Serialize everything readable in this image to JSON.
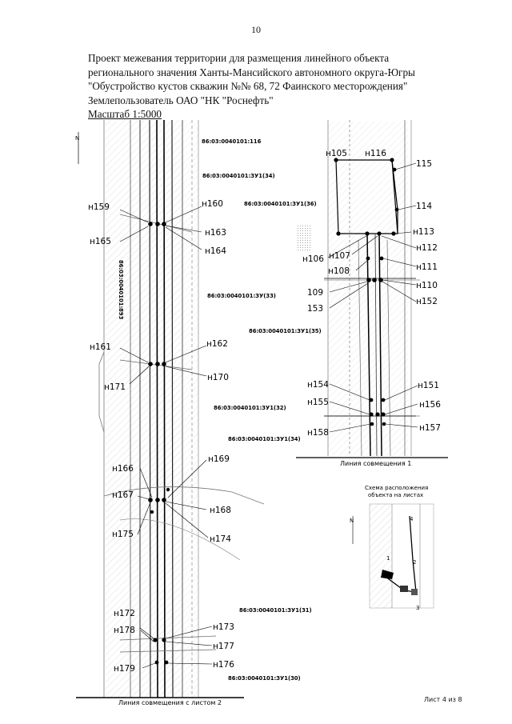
{
  "page_number": "10",
  "header": {
    "line1": "Проект межевания территории для размещения линейного объекта",
    "line2": "регионального значения Ханты-Мансийского автономного округа-Югры",
    "line3": "\"Обустройство кустов скважин №№ 68, 72 Фаинского месторождения\"",
    "line4": "Землепользователь ОАО \"НК \"Роснефть\"",
    "scale": "Масштаб 1:5000"
  },
  "north_symbol": "N",
  "left_map": {
    "points": {
      "n159": "н159",
      "n160": "н160",
      "n163": "н163",
      "n164": "н164",
      "n165": "н165",
      "n161": "н161",
      "n162": "н162",
      "n170": "н170",
      "n171": "н171",
      "n166": "н166",
      "n169": "н169",
      "n167": "н167",
      "n168": "н168",
      "n175": "н175",
      "n174": "н174",
      "n172": "н172",
      "n178": "н178",
      "n173": "н173",
      "n177": "н177",
      "n179": "н179",
      "n176": "н176"
    },
    "cadastral": {
      "c116": "86:03:0040101:116",
      "c34": "86:03:0040101:ЗУ1(34)",
      "c893": "86:03:0040101:893",
      "c33": "86:03:0040101:ЗУ(33)",
      "c32": "86:03:0040101:ЗУ1(32)",
      "c34b": "86:03:0040101:ЗУ1(34)",
      "c31": "86:03:0040101:ЗУ1(31)",
      "c30": "86:03:0040101:ЗУ1(30)"
    },
    "caption": "Линия совмещения с листом 2"
  },
  "right_map": {
    "points": {
      "n105": "н105",
      "n116": "н116",
      "p115": "115",
      "p114": "114",
      "n113": "н113",
      "n112": "н112",
      "n106": "н106",
      "n107": "н107",
      "n111": "н111",
      "n108": "н108",
      "n110": "н110",
      "p109": "109",
      "n152": "н152",
      "p153": "153",
      "n154": "н154",
      "n151": "н151",
      "n155": "н155",
      "n156": "н156",
      "n158": "н158",
      "n157": "н157"
    },
    "cadastral": {
      "c36": "86:03:0040101:ЗУ1(36)",
      "c35": "86:03:0040101:ЗУ1(35)"
    },
    "caption": "Линия совмещения 1"
  },
  "scheme": {
    "title1": "Схема расположения",
    "title2": "объекта на листах",
    "sheets": [
      "1",
      "2",
      "3",
      "4"
    ]
  },
  "sheet_label": "Лист 4 из 8"
}
